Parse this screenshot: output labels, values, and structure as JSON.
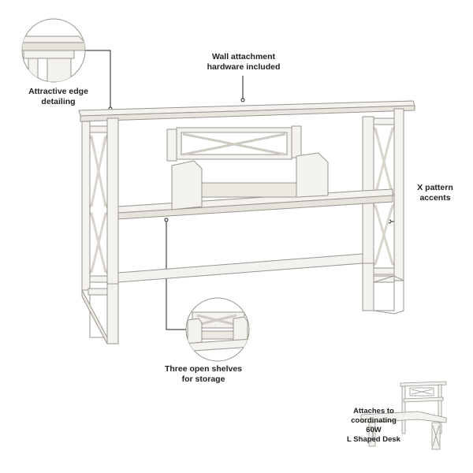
{
  "callouts": {
    "edge": {
      "line1": "Attractive edge",
      "line2": "detailing"
    },
    "wall": {
      "line1": "Wall attachment",
      "line2": "hardware included"
    },
    "x_pattern": {
      "line1": "X pattern",
      "line2": "accents"
    },
    "shelves": {
      "line1": "Three open shelves",
      "line2": "for storage"
    },
    "attach": {
      "line1": "Attaches to",
      "line2": "coordinating 60W",
      "line3": "L Shaped Desk"
    }
  },
  "colors": {
    "wood": "#f4f2ee",
    "wood_shade": "#e2ded7",
    "outline": "#9a968f",
    "leader": "#222222",
    "text": "#222222"
  }
}
